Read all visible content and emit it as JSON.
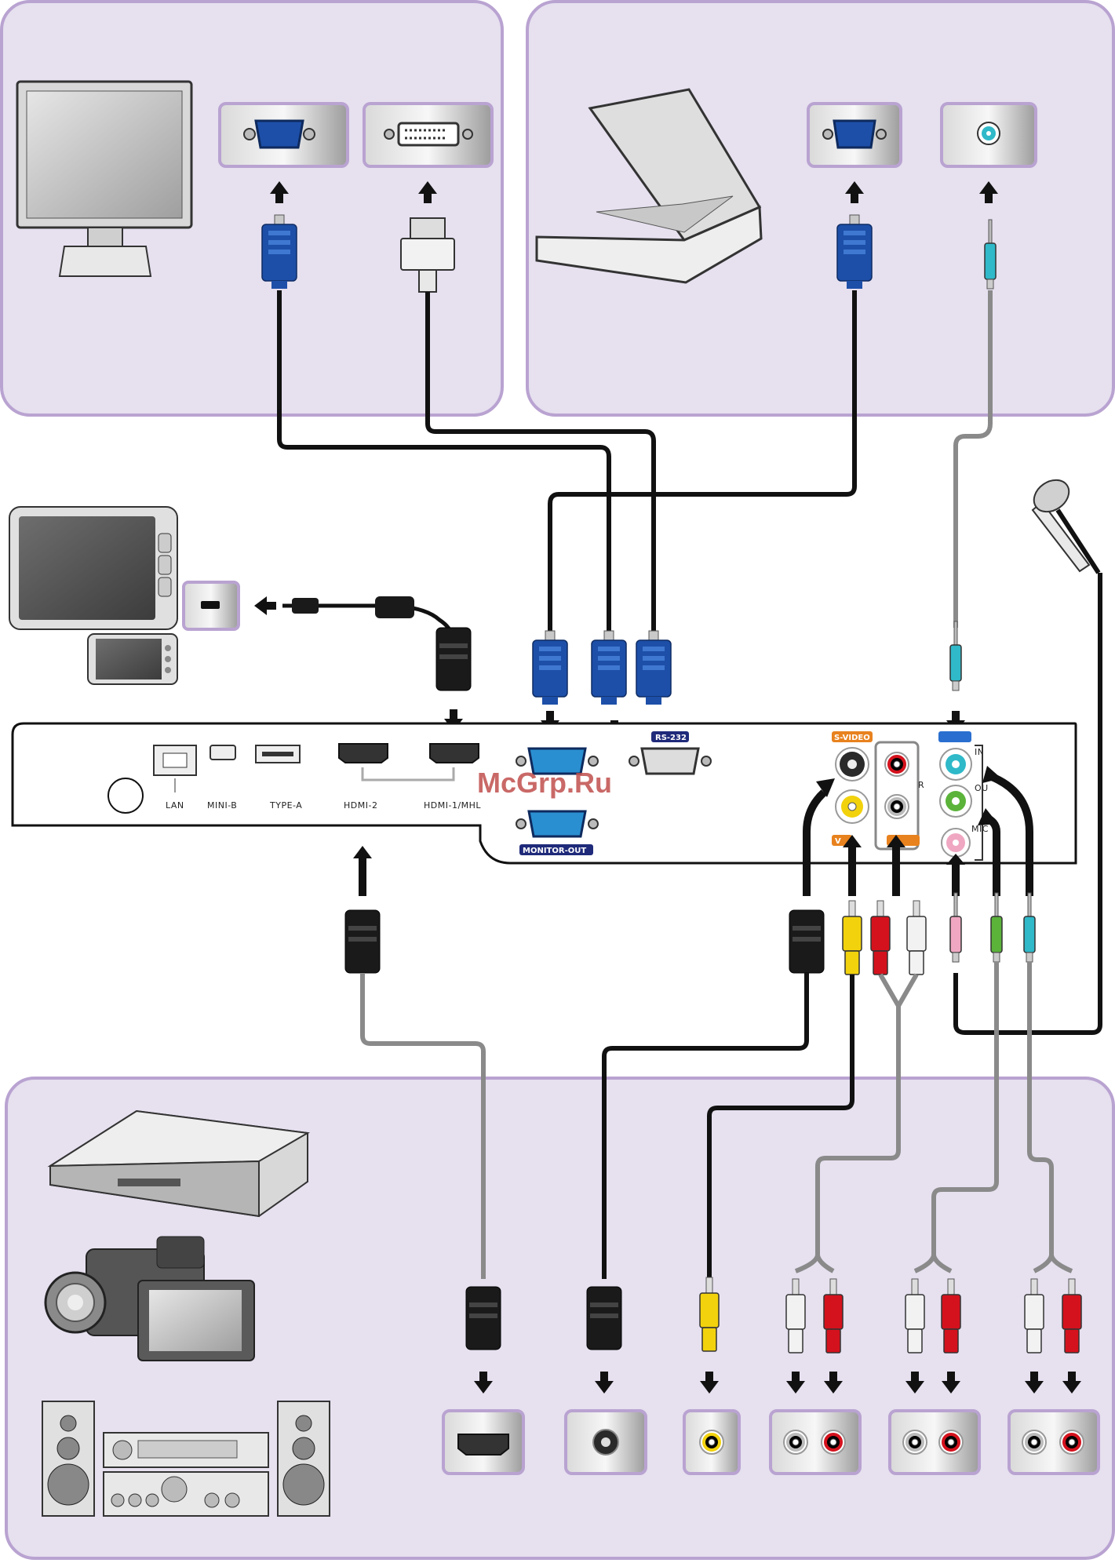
{
  "watermark": "McGrp.Ru",
  "projector_panel": {
    "lan_label": "LAN",
    "mini_b_label": "MINI-B",
    "type_a_label": "TYPE-A",
    "hdmi2_label": "HDMI-2",
    "hdmi1_label": "HDMI-1/MHL",
    "rs232_label": "RS-232",
    "monitor_out_label": "MONITOR-OUT",
    "svideo_label": "S-VIDEO",
    "video_label": "V",
    "audio_l_r_label": "R",
    "audio_in_label": "IN",
    "audio_out_label": "OU",
    "mic_label": "MIC"
  },
  "colors": {
    "panel_bg": "#e6e0ef",
    "panel_border": "#b9a3d1",
    "cable_black": "#111111",
    "cable_gray": "#8a8a8a",
    "vga_blue": "#1d4fa8",
    "tag_orange": "#e8821e",
    "tag_navy": "#1f2a7a",
    "rca_red": "#d4121d",
    "rca_yellow": "#f2d20d",
    "jack_cyan": "#2fb9c9",
    "jack_green": "#5bb33a",
    "jack_pink": "#f0a7c2"
  },
  "icons": [
    "monitor-icon",
    "laptop-icon",
    "tablet-icon",
    "smartphone-icon",
    "microphone-icon",
    "dvd-player-icon",
    "camcorder-icon",
    "stereo-system-icon",
    "vga-port-icon",
    "dvi-port-icon",
    "audio-jack-icon",
    "mini-usb-port-icon",
    "hdmi-port-icon",
    "svideo-port-icon",
    "rca-port-icon",
    "arrow-icon"
  ]
}
